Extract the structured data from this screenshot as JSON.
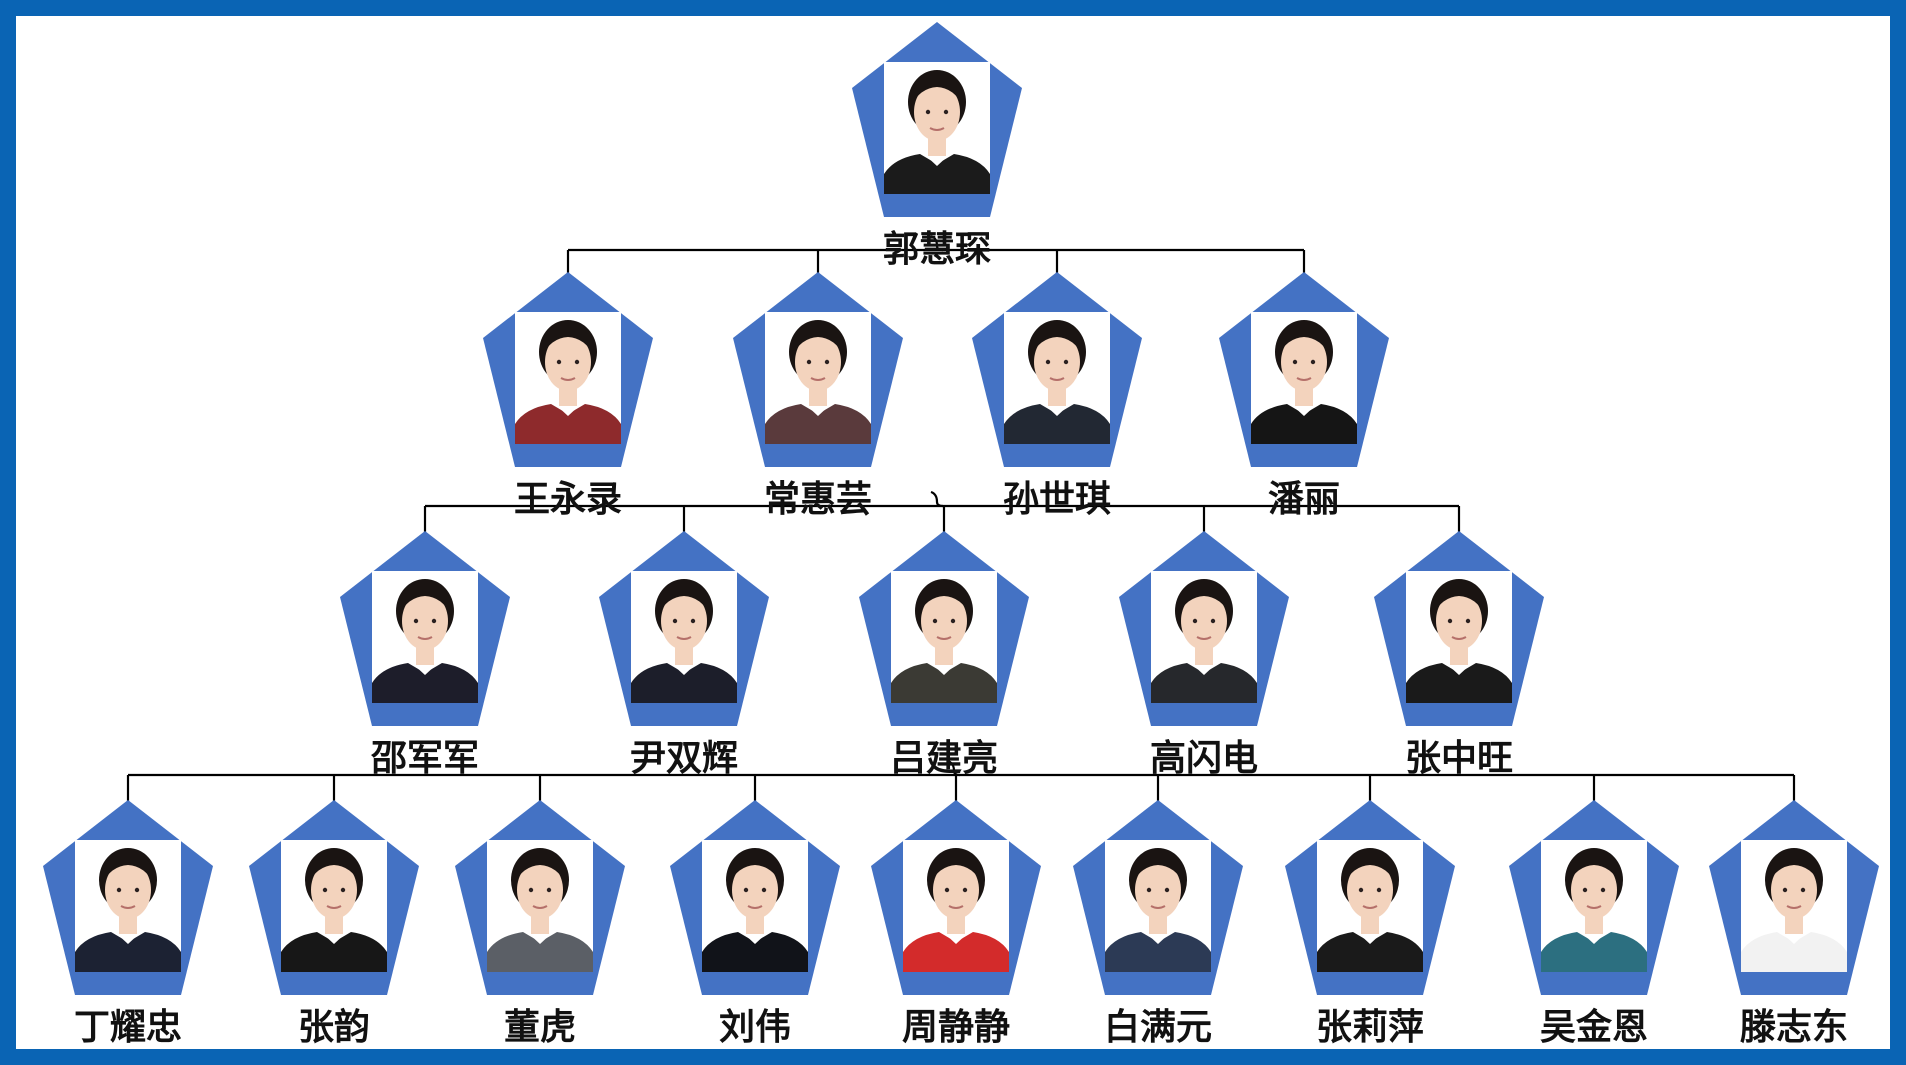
{
  "colors": {
    "border": "#0a64b4",
    "pentagon": "#4472c4",
    "line": "#000000",
    "skin": "#f3d3bd",
    "hair": "#1a1412"
  },
  "tree": {
    "root": {
      "name": "郭慧琛",
      "attire": "#1b1b1b",
      "children": [
        {
          "name": "王永录",
          "attire": "#8e2a2c"
        },
        {
          "name": "常惠芸",
          "attire": "#5a3a3c"
        },
        {
          "name": "孙世琪",
          "attire": "#222833"
        },
        {
          "name": "潘丽",
          "attire": "#151515",
          "children": [
            {
              "name": "邵军军",
              "attire": "#1d1d2a"
            },
            {
              "name": "尹双辉",
              "attire": "#1c1e2a"
            },
            {
              "name": "吕建亮",
              "attire": "#3b3a34",
              "children": [
                {
                  "name": "丁耀忠",
                  "attire": "#1c2233"
                },
                {
                  "name": "张韵",
                  "attire": "#171717"
                },
                {
                  "name": "董虎",
                  "attire": "#5b5f66"
                },
                {
                  "name": "刘伟",
                  "attire": "#111319"
                },
                {
                  "name": "周静静",
                  "attire": "#d32b2b"
                },
                {
                  "name": "白满元",
                  "attire": "#2c3a55"
                },
                {
                  "name": "张莉萍",
                  "attire": "#1a1a1a"
                },
                {
                  "name": "吴金恩",
                  "attire": "#2c6f80"
                },
                {
                  "name": "滕志东",
                  "attire": "#f2f2f2"
                }
              ]
            },
            {
              "name": "高闪电",
              "attire": "#26282c"
            },
            {
              "name": "张中旺",
              "attire": "#1a1a1a"
            }
          ]
        }
      ]
    }
  }
}
